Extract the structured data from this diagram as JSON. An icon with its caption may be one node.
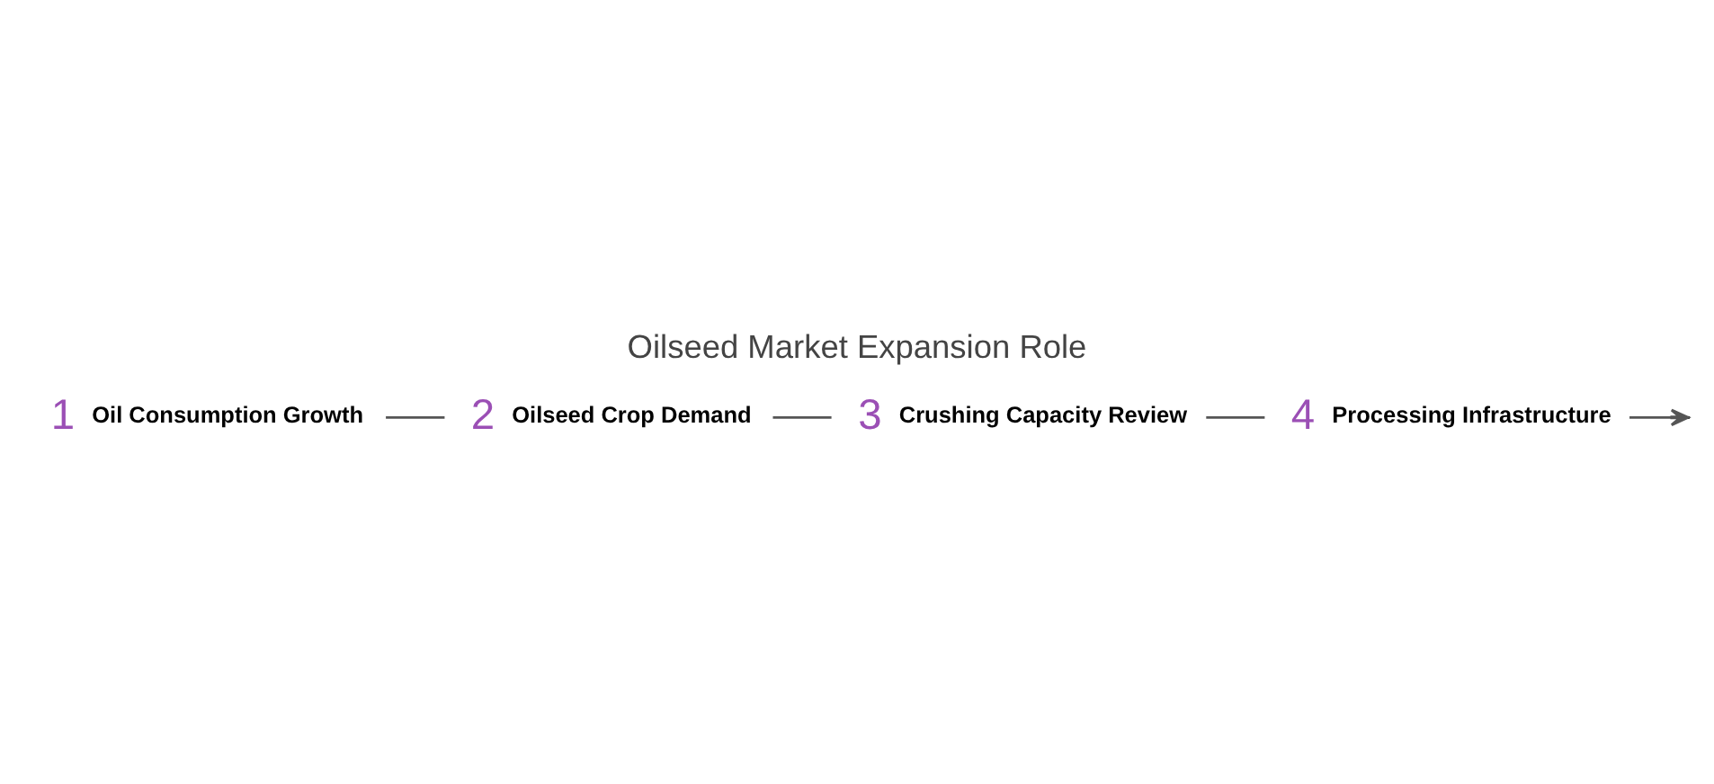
{
  "diagram": {
    "title": "Oilseed Market Expansion Role",
    "nodes": [
      {
        "text": [
          "Oil Consumption Growth"
        ],
        "beside": [
          "1"
        ]
      },
      {
        "text": [
          "Oilseed Crop Demand"
        ],
        "beside": [
          "2"
        ]
      },
      {
        "text": [
          "Crushing Capacity Review"
        ],
        "beside": [
          "3"
        ]
      },
      {
        "text": [
          "Processing Infrastructure"
        ],
        "beside": [
          "4"
        ]
      }
    ],
    "edges": [
      {
        "from": 0,
        "to": 1,
        "arrow": "none"
      },
      {
        "from": 1,
        "to": 2,
        "arrow": "none"
      },
      {
        "from": 2,
        "to": 3,
        "arrow": "none"
      },
      {
        "from": 3,
        "to": null,
        "arrow": "to"
      }
    ]
  }
}
